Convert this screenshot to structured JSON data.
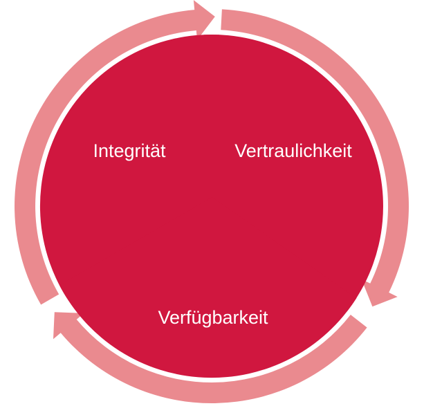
{
  "segments": [
    {
      "label": "Integrität"
    },
    {
      "label": "Vertraulichkeit"
    },
    {
      "label": "Verfügbarkeit"
    }
  ],
  "colors": {
    "segment_fill": "#d0173f",
    "ring_fill": "#ea8a8f",
    "label_text": "#ffffff",
    "background": "#ffffff"
  }
}
